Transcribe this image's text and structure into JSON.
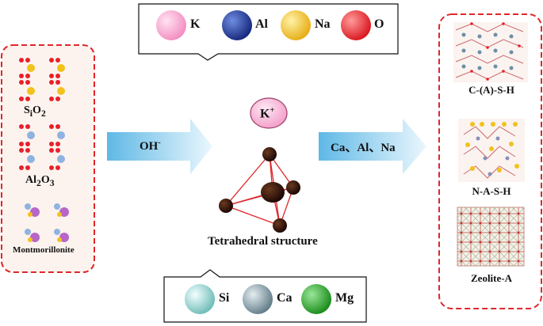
{
  "legend_top": {
    "items": [
      {
        "symbol": "K",
        "color": "#f7a8cf"
      },
      {
        "symbol": "Al",
        "color": "#1f3b9a"
      },
      {
        "symbol": "Na",
        "color": "#f2c21b"
      },
      {
        "symbol": "O",
        "color": "#e8202a"
      }
    ]
  },
  "legend_bottom": {
    "items": [
      {
        "symbol": "Si",
        "color": "#8fd0cc"
      },
      {
        "symbol": "Ca",
        "color": "#7f9aa5"
      },
      {
        "symbol": "Mg",
        "color": "#2fa72f"
      }
    ]
  },
  "left_panel": {
    "sio2": {
      "base": "S",
      "sub": "i",
      "rest": "O",
      "sub2": "2"
    },
    "al2o3": {
      "base": "Al",
      "sub": "2",
      "rest": "O",
      "sub2": "3"
    },
    "montmorillonite": "Montmorillonite"
  },
  "arrow_left": {
    "base": "OH",
    "sup": "-"
  },
  "center": {
    "ion_base": "K",
    "ion_sup": "+",
    "structure_label": "Tetrahedral structure"
  },
  "arrow_right": {
    "label": "Ca、Al、Na"
  },
  "right_panel": {
    "products": [
      "C-(A)-S-H",
      "N-A-S-H",
      "Zeolite-A"
    ]
  },
  "colors": {
    "dashed_border": "#e0262b",
    "arrow_fill_start": "#5fb8e6",
    "arrow_fill_end": "#e9f6fd",
    "panel_bg": "#fdf3ee",
    "tetra_edge": "#e0262b",
    "tetra_node": "#2a0a05"
  }
}
